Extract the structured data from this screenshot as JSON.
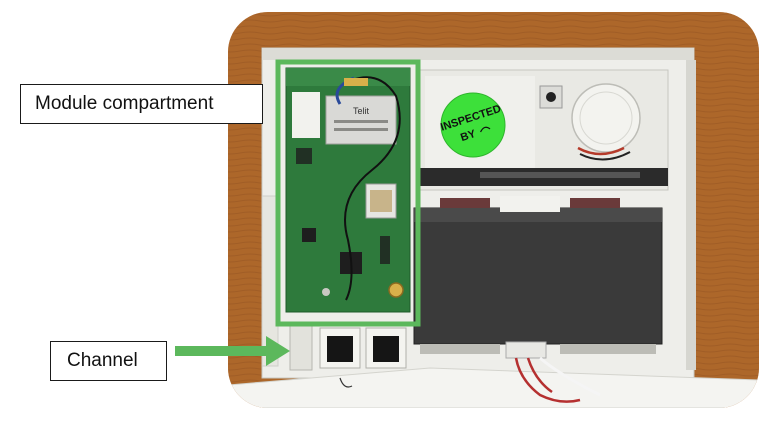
{
  "callouts": {
    "module_compartment": "Module compartment",
    "channel": "Channel"
  },
  "sticker": {
    "line1": "INSPECTED",
    "line2": "BY"
  },
  "board": {
    "brand": "Telit"
  },
  "colors": {
    "highlight_green": "#5cb85c",
    "sticker_green": "#3de03a",
    "pcb_green": "#2e7a3c",
    "wood": "#b06a2a",
    "housing": "#eeeeea",
    "battery": "#3a3a3a"
  }
}
